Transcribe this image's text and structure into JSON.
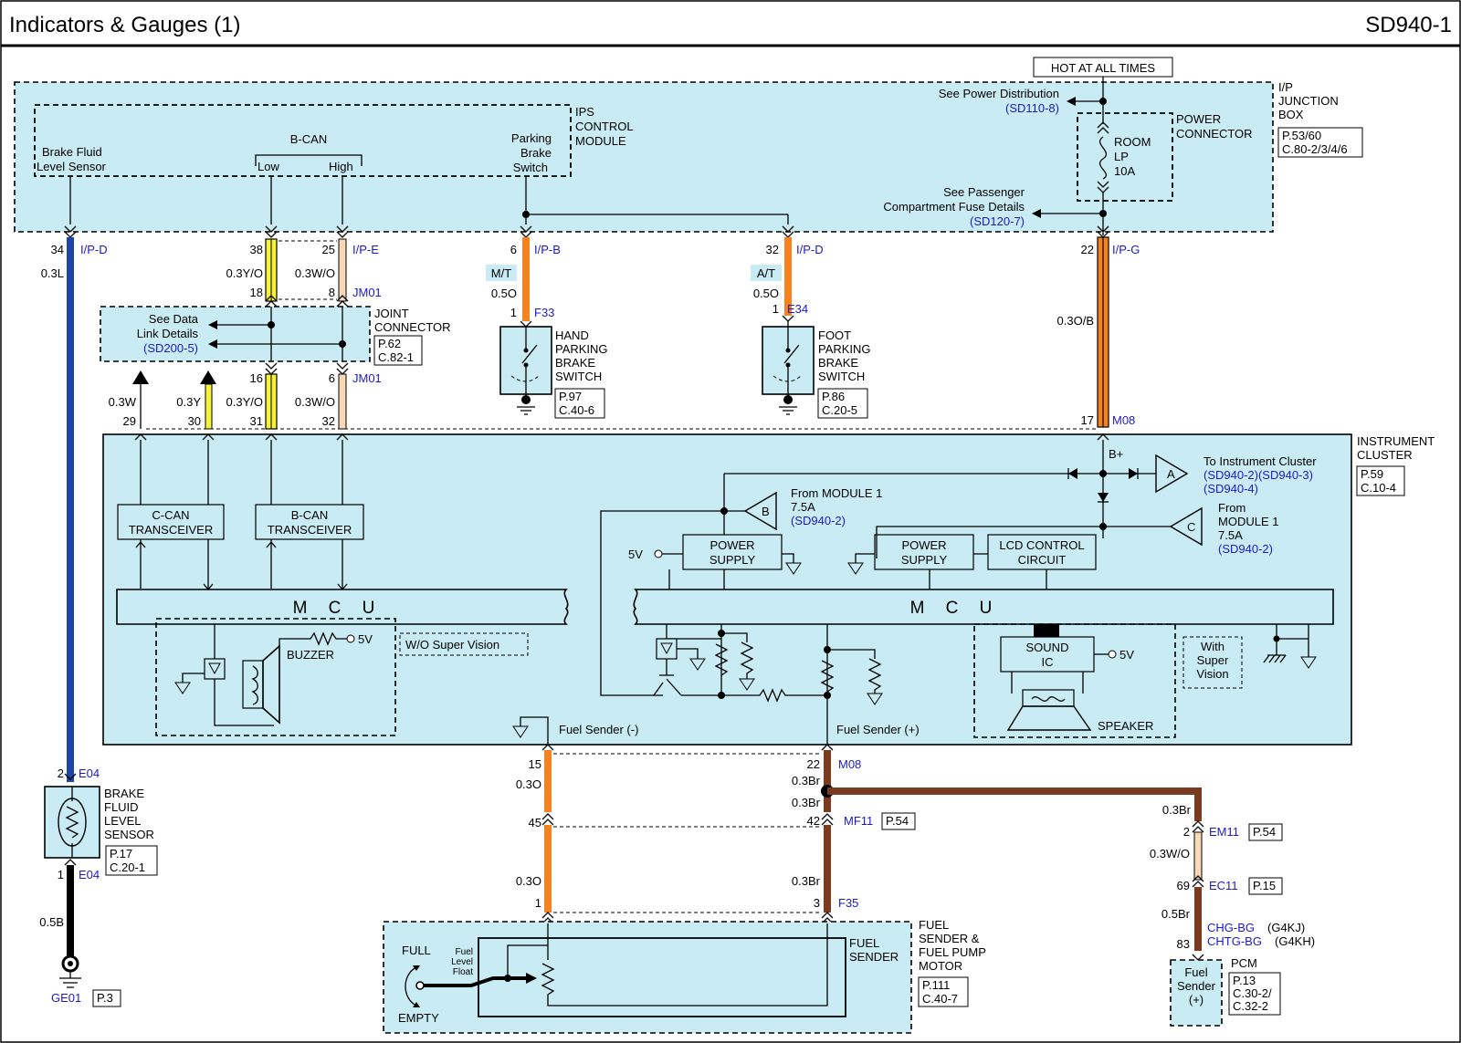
{
  "header": {
    "title": "Indicators & Gauges (1)",
    "code": "SD940-1"
  },
  "top": {
    "hot": "HOT AT ALL TIMES",
    "see_power": "See Power Distribution",
    "see_power_ref": "(SD110-8)",
    "ip_jb": [
      "I/P",
      "JUNCTION",
      "BOX"
    ],
    "ip_jb_ref": [
      "P.53/60",
      "C.80-2/3/4/6"
    ],
    "power_connector": [
      "POWER",
      "CONNECTOR"
    ],
    "fuse": [
      "ROOM",
      "LP",
      "10A"
    ],
    "see_pass": [
      "See Passenger",
      "Compartment Fuse Details"
    ],
    "see_pass_ref": "(SD120-7)",
    "ips": [
      "IPS",
      "CONTROL",
      "MODULE"
    ],
    "brake_fluid_sensor": [
      "Brake Fluid",
      "Level Sensor"
    ],
    "bcan": "B-CAN",
    "low": "Low",
    "high": "High",
    "parking_brake": [
      "Parking",
      "Brake",
      "Switch"
    ]
  },
  "wires": {
    "p34": "34",
    "ipd": "I/P-D",
    "w03l": "0.3L",
    "p38": "38",
    "p25": "25",
    "ipe": "I/P-E",
    "w03yo": "0.3Y/O",
    "w03wo": "0.3W/O",
    "p18": "18",
    "p8": "8",
    "jm01": "JM01",
    "p6": "6",
    "ipb": "I/P-B",
    "mt": "M/T",
    "w05o": "0.5O",
    "p1": "1",
    "f33": "F33",
    "p32": "32",
    "at": "A/T",
    "e34": "E34",
    "p22": "22",
    "ipg": "I/P-G",
    "w03ob": "0.3O/B",
    "p16": "16",
    "w03w": "0.3W",
    "w03y": "0.3Y",
    "p29": "29",
    "p30": "30",
    "p31": "31",
    "p17": "17",
    "m08": "M08"
  },
  "joint": {
    "see": [
      "See Data",
      "Link Details"
    ],
    "ref": "(SD200-5)",
    "label": [
      "JOINT",
      "CONNECTOR"
    ],
    "page": [
      "P.62",
      "C.82-1"
    ]
  },
  "hand_switch": {
    "label": [
      "HAND",
      "PARKING",
      "BRAKE",
      "SWITCH"
    ],
    "page": [
      "P.97",
      "C.40-6"
    ]
  },
  "foot_switch": {
    "label": [
      "FOOT",
      "PARKING",
      "BRAKE",
      "SWITCH"
    ],
    "page": [
      "P.86",
      "C.20-5"
    ]
  },
  "cluster": {
    "label": [
      "INSTRUMENT",
      "CLUSTER"
    ],
    "page": [
      "P.59",
      "C.10-4"
    ],
    "bplus": "B+",
    "to_ic": "To Instrument Cluster",
    "to_ic_ref1": "(SD940-2)(SD940-3)",
    "to_ic_ref2": "(SD940-4)",
    "from1": "From MODULE 1",
    "amp": "7.5A",
    "from_ref": "(SD940-2)",
    "from2": [
      "From",
      "MODULE 1",
      "7.5A"
    ],
    "a": "A",
    "b": "B",
    "c": "C",
    "ccan": [
      "C-CAN",
      "TRANSCEIVER"
    ],
    "bcan": [
      "B-CAN",
      "TRANSCEIVER"
    ],
    "power_supply": [
      "POWER",
      "SUPPLY"
    ],
    "lcd": [
      "LCD CONTROL",
      "CIRCUIT"
    ],
    "mcu": "M C U",
    "v5": "5V",
    "buzzer": "BUZZER",
    "wo_sv": "W/O Super Vision",
    "sound_ic": [
      "SOUND",
      "IC"
    ],
    "speaker": "SPEAKER",
    "with_sv": [
      "With",
      "Super",
      "Vision"
    ],
    "fs_minus": "Fuel Sender (-)",
    "fs_plus": "Fuel Sender (+)"
  },
  "bottom": {
    "p2": "2",
    "e04": "E04",
    "bfls": [
      "BRAKE",
      "FLUID",
      "LEVEL",
      "SENSOR"
    ],
    "bfls_page": [
      "P.17",
      "C.20-1"
    ],
    "p1": "1",
    "w05b": "0.5B",
    "ge01": "GE01",
    "p3": "P.3",
    "p15": "15",
    "w03o": "0.3O",
    "p22": "22",
    "m08": "M08",
    "w03br": "0.3Br",
    "p45": "45",
    "p42": "42",
    "mf11": "MF11",
    "p54": "P.54",
    "p1b": "1",
    "p3b": "3",
    "f35": "F35",
    "p2e": "2",
    "em11": "EM11",
    "p69": "69",
    "ec11": "EC11",
    "p15e": "P.15",
    "w03wo": "0.3W/O",
    "w05br": "0.5Br",
    "p83": "83",
    "chg": "CHG-BG",
    "chg_e": "(G4KJ)",
    "chtg": "CHTG-BG",
    "chtg_e": "(G4KH)",
    "pcm": "PCM",
    "pcm_page": [
      "P.13",
      "C.30-2/",
      "C.32-2"
    ],
    "pcm_fs": [
      "Fuel",
      "Sender",
      "(+)"
    ],
    "full": "FULL",
    "empty": "EMPTY",
    "float": [
      "Fuel",
      "Level",
      "Float"
    ],
    "fuel_sender": [
      "FUEL",
      "SENDER"
    ],
    "fsfp": [
      "FUEL",
      "SENDER &",
      "FUEL PUMP",
      "MOTOR"
    ],
    "fsfp_page": [
      "P.111",
      "C.40-7"
    ]
  },
  "colors": {
    "zone": "#c9ebf3",
    "blue": "#1d45a8",
    "orange": "#f58220",
    "brown": "#7a3b1f",
    "yellow": "#f6f23c",
    "ref": "#1a1acc"
  }
}
